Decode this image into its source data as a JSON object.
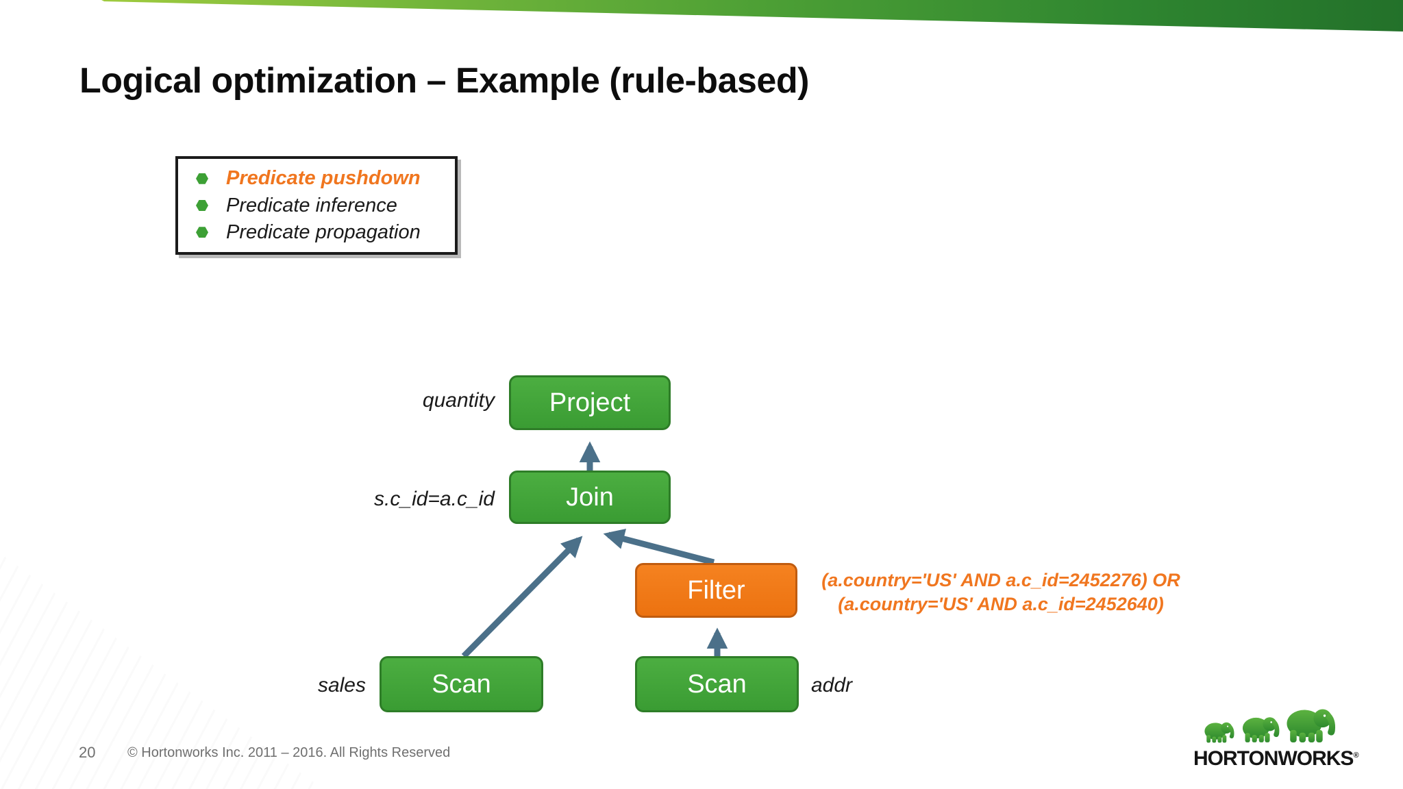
{
  "slide": {
    "title": "Logical optimization – Example (rule-based)",
    "page_number": "20",
    "copyright": "© Hortonworks Inc. 2011 – 2016. All Rights Reserved"
  },
  "rules_box": {
    "items": [
      {
        "label": "Predicate pushdown",
        "highlighted": true
      },
      {
        "label": "Predicate inference",
        "highlighted": false
      },
      {
        "label": "Predicate propagation",
        "highlighted": false
      }
    ]
  },
  "diagram": {
    "nodes": [
      {
        "id": "project",
        "label": "Project",
        "color": "green"
      },
      {
        "id": "join",
        "label": "Join",
        "color": "green"
      },
      {
        "id": "filter",
        "label": "Filter",
        "color": "orange"
      },
      {
        "id": "scan-sales",
        "label": "Scan",
        "color": "green"
      },
      {
        "id": "scan-addr",
        "label": "Scan",
        "color": "green"
      }
    ],
    "side_labels": {
      "project": "quantity",
      "join": "s.c_id=a.c_id",
      "scan_sales": "sales",
      "scan_addr": "addr"
    },
    "filter_annotation": {
      "line1": "(a.country='US' AND a.c_id=2452276) OR",
      "line2": "(a.country='US' AND a.c_id=2452640)"
    }
  },
  "logo": {
    "wordmark": "HORTONWORKS",
    "registered": "®"
  },
  "colors": {
    "node_green": "#3a9c33",
    "node_green_border": "#2e7d28",
    "node_orange": "#ee7310",
    "node_orange_border": "#c05c0f",
    "accent_orange_text": "#f0761f",
    "arrow_blue": "#4b7089",
    "banner_green_light": "#aed140",
    "banner_green_dark": "#23712a",
    "footer_gray": "#6f6f6f"
  }
}
